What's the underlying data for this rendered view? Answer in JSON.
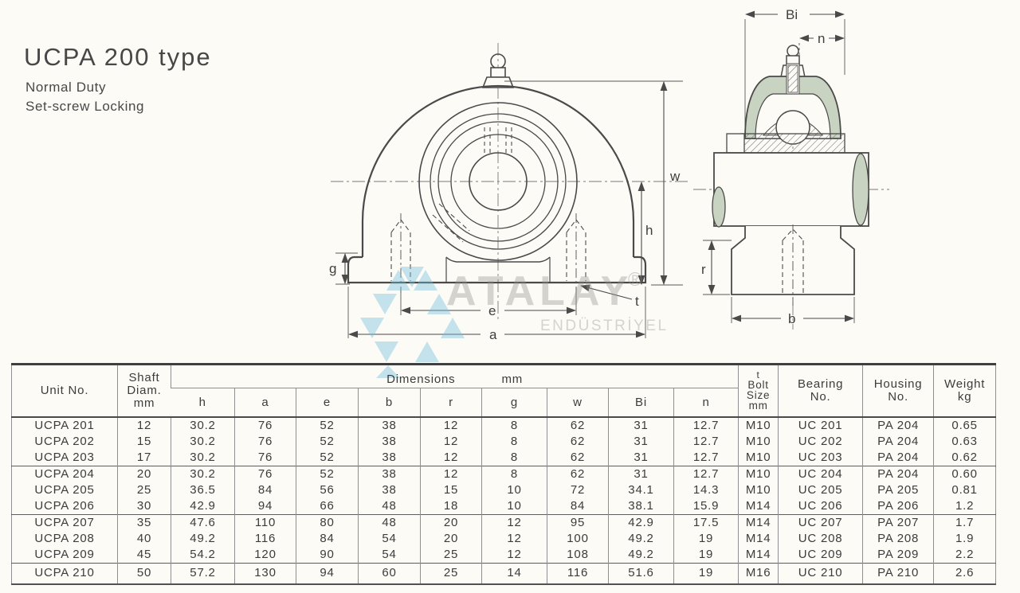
{
  "page": {
    "title": "UCPA 200 type",
    "subtitle_line1": "Normal Duty",
    "subtitle_line2": "Set-screw Locking"
  },
  "watermark": {
    "brand": "ATALAY",
    "registered_mark": "®",
    "subbrand": "ENDÜSTRİYEL"
  },
  "drawing": {
    "front_view_labels": {
      "w": "w",
      "h": "h",
      "g": "g",
      "e": "e",
      "a": "a",
      "t": "t"
    },
    "side_view_labels": {
      "Bi": "Bi",
      "n": "n",
      "r": "r",
      "b": "b"
    }
  },
  "colors": {
    "housing_fill": "#c9d3c1",
    "watermark_logo_cyan": "rgba(110,190,220,0.40)",
    "ink": "#434343"
  },
  "table": {
    "header": {
      "unit_no": "Unit  No.",
      "shaft_diam": [
        "Shaft",
        "Diam.",
        "mm"
      ],
      "dimensions_label": "Dimensions",
      "dimensions_unit": "mm",
      "dimension_columns": [
        "h",
        "a",
        "e",
        "b",
        "r",
        "g",
        "w",
        "Bi",
        "n"
      ],
      "bolt_size": [
        "t",
        "Bolt",
        "Size",
        "mm"
      ],
      "bearing_no": [
        "Bearing",
        "No."
      ],
      "housing_no": [
        "Housing",
        "No."
      ],
      "weight": [
        "Weight",
        "kg"
      ]
    },
    "rows": [
      [
        "UCPA 201",
        "12",
        "30.2",
        "76",
        "52",
        "38",
        "12",
        "8",
        "62",
        "31",
        "12.7",
        "M10",
        "UC 201",
        "PA 204",
        "0.65"
      ],
      [
        "UCPA 202",
        "15",
        "30.2",
        "76",
        "52",
        "38",
        "12",
        "8",
        "62",
        "31",
        "12.7",
        "M10",
        "UC 202",
        "PA 204",
        "0.63"
      ],
      [
        "UCPA 203",
        "17",
        "30.2",
        "76",
        "52",
        "38",
        "12",
        "8",
        "62",
        "31",
        "12.7",
        "M10",
        "UC 203",
        "PA 204",
        "0.62"
      ],
      [
        "UCPA 204",
        "20",
        "30.2",
        "76",
        "52",
        "38",
        "12",
        "8",
        "62",
        "31",
        "12.7",
        "M10",
        "UC 204",
        "PA 204",
        "0.60"
      ],
      [
        "UCPA 205",
        "25",
        "36.5",
        "84",
        "56",
        "38",
        "15",
        "10",
        "72",
        "34.1",
        "14.3",
        "M10",
        "UC 205",
        "PA 205",
        "0.81"
      ],
      [
        "UCPA 206",
        "30",
        "42.9",
        "94",
        "66",
        "48",
        "18",
        "10",
        "84",
        "38.1",
        "15.9",
        "M14",
        "UC 206",
        "PA 206",
        "1.2"
      ],
      [
        "UCPA 207",
        "35",
        "47.6",
        "110",
        "80",
        "48",
        "20",
        "12",
        "95",
        "42.9",
        "17.5",
        "M14",
        "UC 207",
        "PA 207",
        "1.7"
      ],
      [
        "UCPA 208",
        "40",
        "49.2",
        "116",
        "84",
        "54",
        "20",
        "12",
        "100",
        "49.2",
        "19",
        "M14",
        "UC 208",
        "PA 208",
        "1.9"
      ],
      [
        "UCPA 209",
        "45",
        "54.2",
        "120",
        "90",
        "54",
        "25",
        "12",
        "108",
        "49.2",
        "19",
        "M14",
        "UC 209",
        "PA 209",
        "2.2"
      ],
      [
        "UCPA 210",
        "50",
        "57.2",
        "130",
        "94",
        "60",
        "25",
        "14",
        "116",
        "51.6",
        "19",
        "M16",
        "UC 210",
        "PA 210",
        "2.6"
      ]
    ],
    "group_starts": [
      3,
      6,
      9
    ]
  }
}
